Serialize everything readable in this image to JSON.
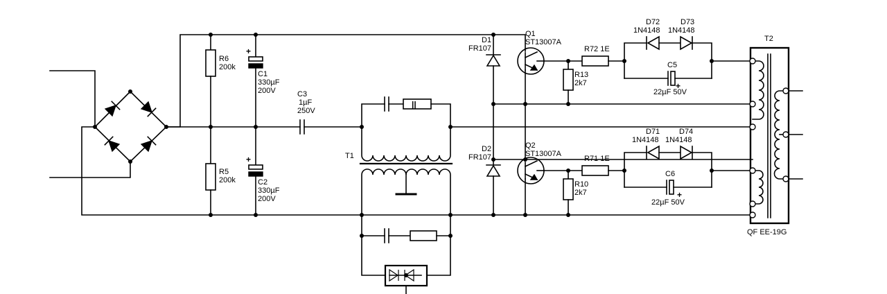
{
  "labels": {
    "r6_ref": "R6",
    "r6_val": "200k",
    "r5_ref": "R5",
    "r5_val": "200k",
    "c1_ref": "C1",
    "c1_val": "330µF",
    "c1_volt": "200V",
    "c2_ref": "C2",
    "c2_val": "330µF",
    "c2_volt": "200V",
    "c3_ref": "C3",
    "c3_val": "1µF",
    "c3_volt": "250V",
    "t1_ref": "T1",
    "d1_ref": "D1",
    "d1_val": "FR107",
    "d2_ref": "D2",
    "d2_val": "FR107",
    "q1_ref": "Q1",
    "q1_val": "ST13007A",
    "q2_ref": "Q2",
    "q2_val": "ST13007A",
    "r72_label": "R72  1E",
    "r71_label": "R71  1E",
    "r13_ref": "R13",
    "r13_val": "2k7",
    "r10_ref": "R10",
    "r10_val": "2k7",
    "d72_ref": "D72",
    "d72_val": "1N4148",
    "d73_ref": "D73",
    "d73_val": "1N4148",
    "d71_ref": "D71",
    "d71_val": "1N4148",
    "d74_ref": "D74",
    "d74_val": "1N4148",
    "c5_ref": "C5",
    "c5_val": "22µF 50V",
    "c6_ref": "C6",
    "c6_val": "22µF 50V",
    "t2_ref": "T2",
    "t2_val": "QF EE-19G",
    "plus": "+",
    "box_symbol": "||"
  }
}
